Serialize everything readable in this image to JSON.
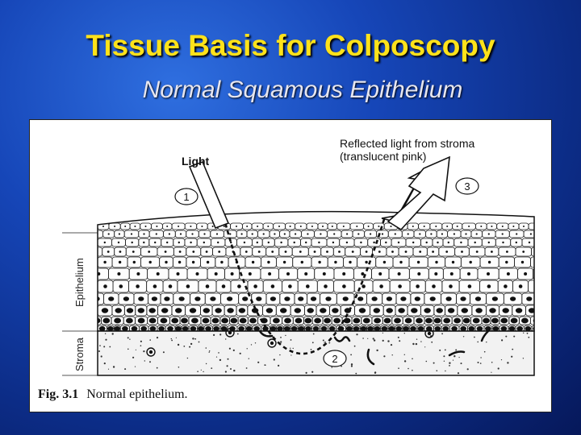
{
  "slide": {
    "title": "Tissue Basis for Colposcopy",
    "subtitle": "Normal Squamous Epithelium"
  },
  "figure": {
    "label_light": "Light",
    "label_reflected_line1": "Reflected light from stroma",
    "label_reflected_line2": "(translucent pink)",
    "marker_1": "1",
    "marker_2": "2",
    "marker_3": "3",
    "layer_epithelium": "Epithelium",
    "layer_stroma": "Stroma",
    "caption_number": "Fig. 3.1",
    "caption_text": "Normal epithelium."
  },
  "colors": {
    "title": "#ffe21a",
    "subtitle": "#e6e6f0",
    "background": "#1646b8"
  }
}
